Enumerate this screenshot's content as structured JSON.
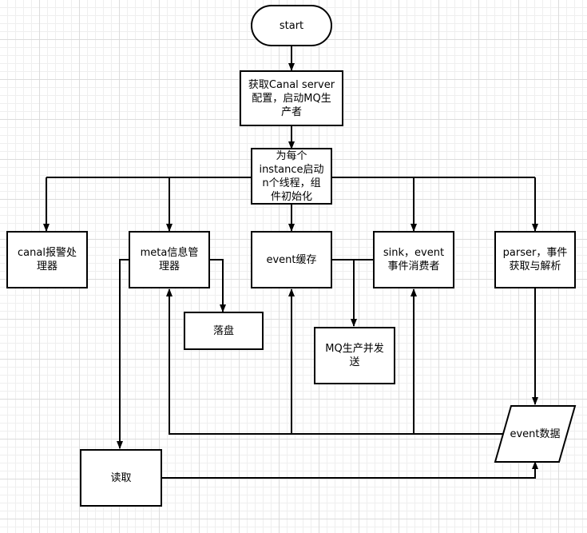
{
  "nodes": {
    "start": "start",
    "config": "获取Canal server\n配置，启动MQ生\n产者",
    "instance": "为每个\ninstance启动\nn个线程，组\n件初始化",
    "alarm": "canal报警处\n理器",
    "meta": "meta信息管\n理器",
    "event_cache": "event缓存",
    "sink": "sink，event\n事件消费者",
    "parser": "parser，事件\n获取与解析",
    "flush": "落盘",
    "mq_send": "MQ生产并发\n送",
    "event_data": "event数据",
    "read": "读取"
  },
  "colors": {
    "stroke": "#000000",
    "fill": "#ffffff"
  }
}
